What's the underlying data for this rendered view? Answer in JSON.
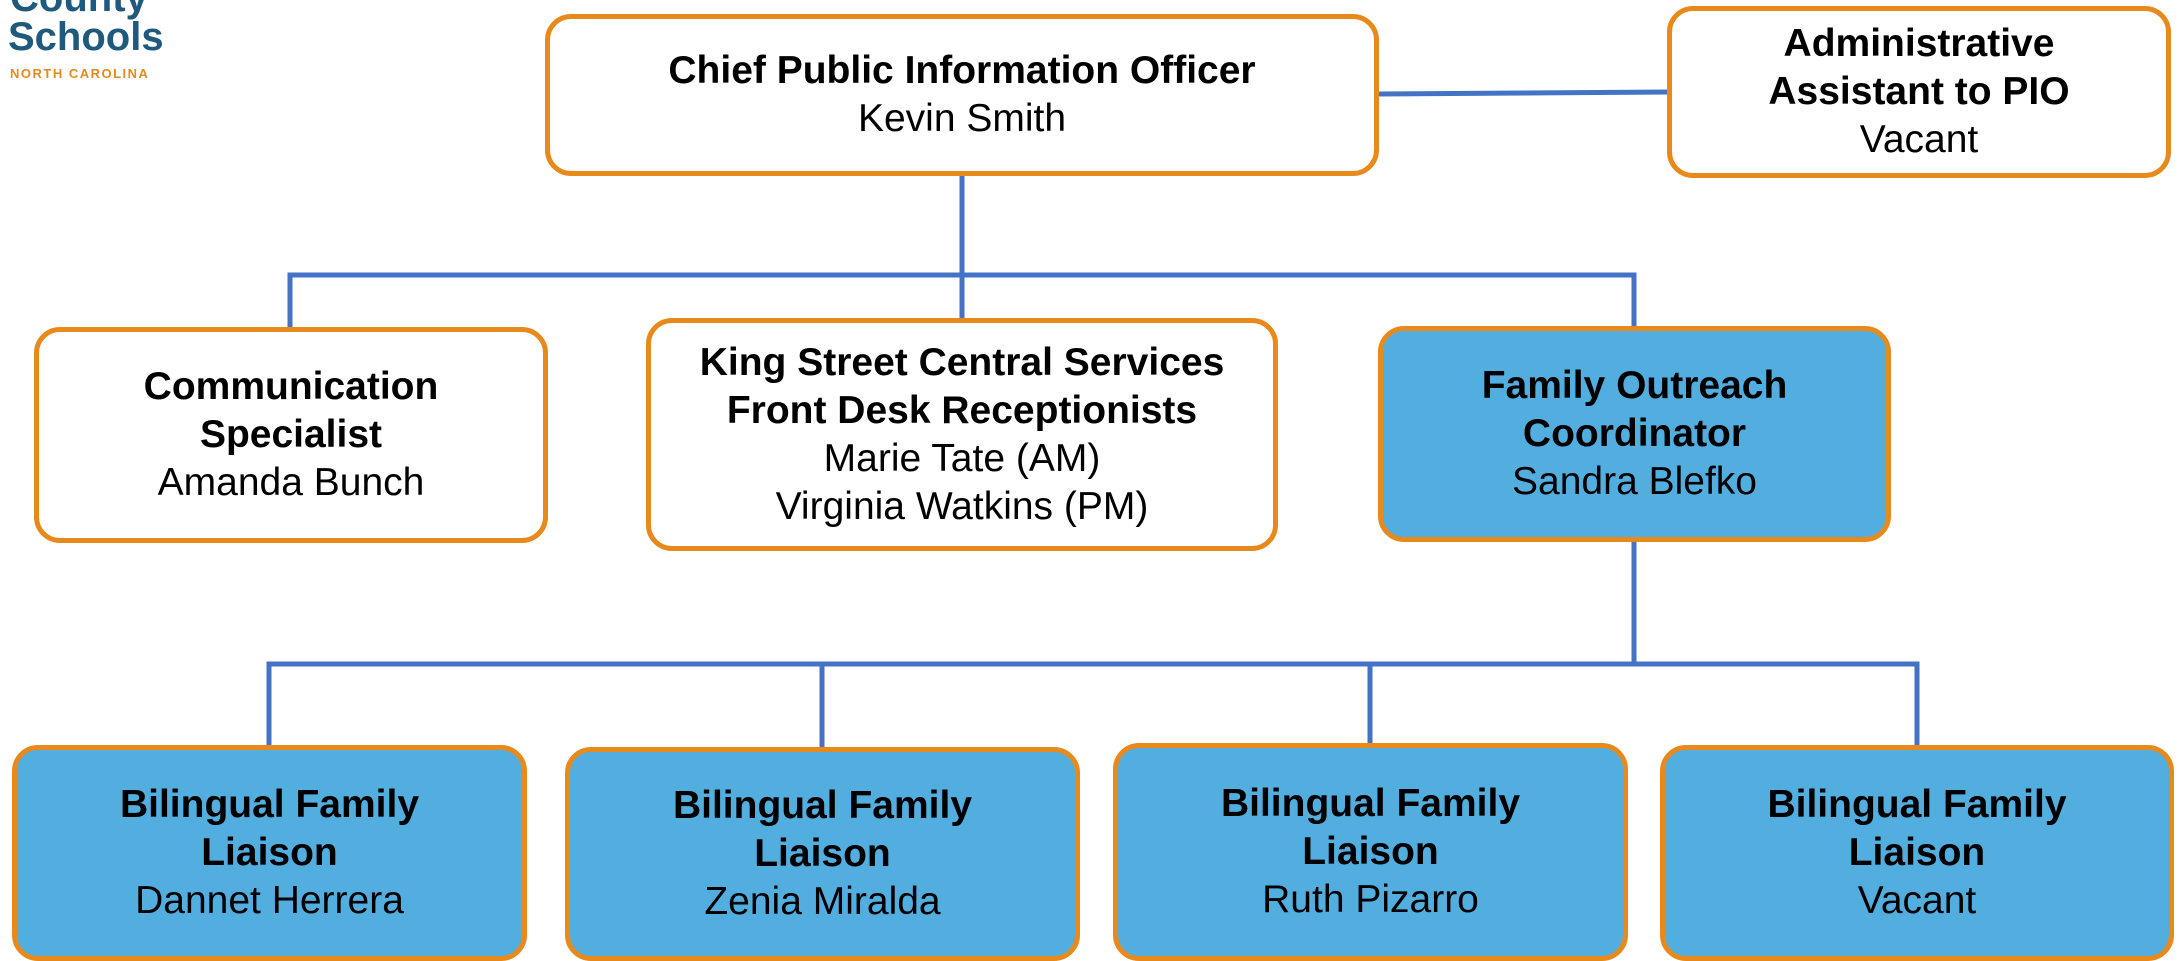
{
  "logo": {
    "line1": "County",
    "line2": "Schools",
    "line3": "NORTH CAROLINA"
  },
  "colors": {
    "node_border": "#E8891C",
    "node_fill_white": "#ffffff",
    "node_fill_blue": "#53AEE0",
    "connector": "#4472C4",
    "logo_text": "#1F5A7E"
  },
  "chart": {
    "chief": {
      "title": "Chief Public Information Officer",
      "name": "Kevin Smith"
    },
    "admin_assistant": {
      "title": "Administrative\nAssistant to PIO",
      "name": "Vacant"
    },
    "communication": {
      "title": "Communication\nSpecialist",
      "name": "Amanda Bunch"
    },
    "king_street": {
      "title": "King Street Central Services\nFront Desk Receptionists",
      "name": "Marie Tate (AM)\nVirginia Watkins (PM)"
    },
    "family_outreach": {
      "title": "Family Outreach\nCoordinator",
      "name": "Sandra Blefko"
    },
    "liaisons": [
      {
        "title": "Bilingual Family\nLiaison",
        "name": "Dannet Herrera"
      },
      {
        "title": "Bilingual Family\nLiaison",
        "name": "Zenia Miralda"
      },
      {
        "title": "Bilingual Family\nLiaison",
        "name": "Ruth Pizarro"
      },
      {
        "title": "Bilingual Family\nLiaison",
        "name": "Vacant"
      }
    ]
  }
}
